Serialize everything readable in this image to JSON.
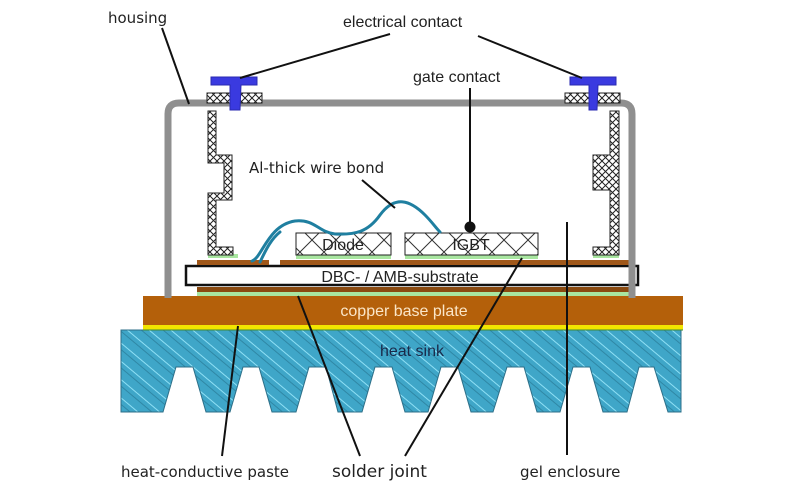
{
  "diagram": {
    "title": "IGBT power module cross-section",
    "labels": {
      "housing": "housing",
      "electrical_contact": "electrical contact",
      "gate_contact": "gate contact",
      "wire_bond": "Al-thick wire bond",
      "heat_conductive_paste": "heat-conductive paste",
      "solder_joint": "solder joint",
      "gel_enclosure": "gel enclosure"
    },
    "components": {
      "diode": "Diode",
      "igbt": "IGBT",
      "substrate": "DBC- / AMB-substrate",
      "base_plate": "copper base plate",
      "heat_sink": "heat sink"
    },
    "colors": {
      "housing": "#8f8f8f",
      "contact": "#3a3ae0",
      "copper": "#b4600a",
      "solder": "#a8e6a0",
      "paste": "#f2e600",
      "heat_sink": "#3fa6c8",
      "wire": "#1f7fa0",
      "base_plate_text": "#fbe6c8",
      "heat_sink_text": "#1a2a4a"
    }
  }
}
